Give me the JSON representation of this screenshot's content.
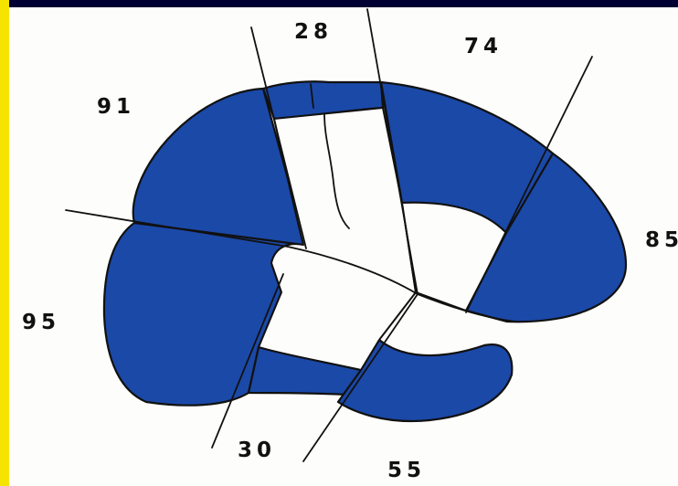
{
  "colors": {
    "frame": "#f5e400",
    "background": "#000033",
    "paper": "#fdfdfb",
    "region_fill": "#1b49a8",
    "outline": "#111111"
  },
  "labels": {
    "l28": "28",
    "l74": "74",
    "l91": "91",
    "l85": "85",
    "l95": "95",
    "l30": "30",
    "l55": "55"
  }
}
